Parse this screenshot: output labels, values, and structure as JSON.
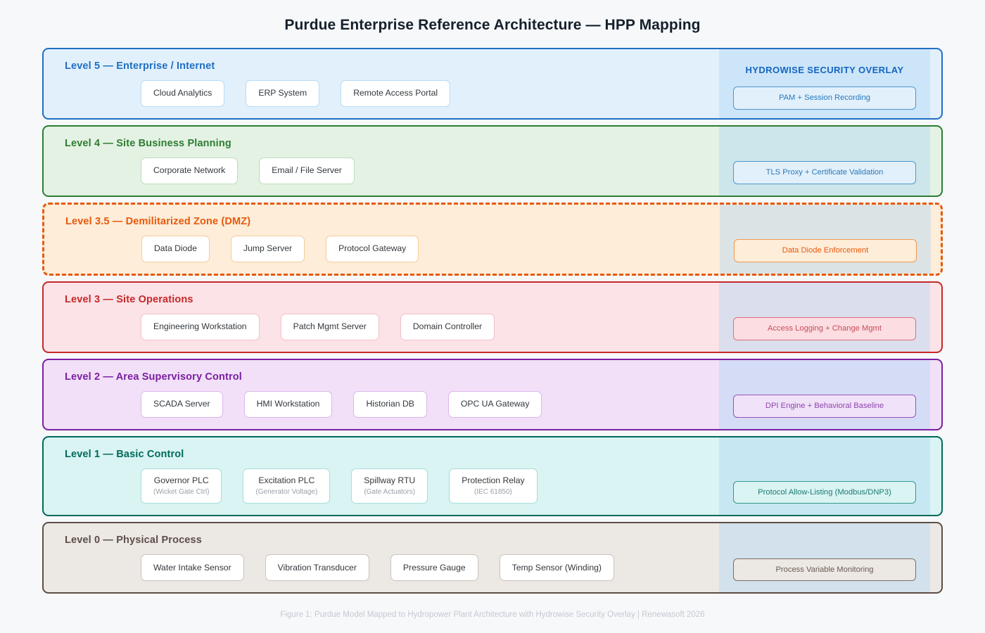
{
  "title": "Purdue Enterprise Reference Architecture — HPP Mapping",
  "footer": "Figure 1: Purdue Model Mapped to Hydropower Plant Architecture with Hydrowise Security Overlay | Renewasoft 2026",
  "overlay_header": "HYDROWISE SECURITY OVERLAY",
  "colors": {
    "page_background": "#f7f8fa",
    "overlay_band": "#add6f5",
    "overlay_header_text": "#1565c0",
    "title_text": "#15202b",
    "footer_text": "#c4c9d0"
  },
  "levels": [
    {
      "id": "level-5",
      "label": "Level 5 — Enterprise / Internet",
      "accent": "#1f6fc4",
      "fill": "#e2f0fc",
      "border_style": "solid",
      "node_border": "#b7dbf5",
      "show_overlay_title": true,
      "nodes": [
        {
          "label": "Cloud Analytics",
          "sub": ""
        },
        {
          "label": "ERP System",
          "sub": ""
        },
        {
          "label": "Remote Access Portal",
          "sub": ""
        }
      ],
      "overlay": {
        "label": "PAM + Session Recording",
        "text_color": "#2979b8",
        "border_color": "#4f96c9",
        "fill": "#e2f0fc"
      }
    },
    {
      "id": "level-4",
      "label": "Level 4 — Site Business Planning",
      "accent": "#2e7d32",
      "fill": "#e4f2e4",
      "border_style": "solid",
      "node_border": "#b9ddb9",
      "show_overlay_title": false,
      "nodes": [
        {
          "label": "Corporate Network",
          "sub": ""
        },
        {
          "label": "Email / File Server",
          "sub": ""
        }
      ],
      "overlay": {
        "label": "TLS Proxy + Certificate Validation",
        "text_color": "#2979b8",
        "border_color": "#4f96c9",
        "fill": "#e2f0fc"
      }
    },
    {
      "id": "level-3-5",
      "label": "Level 3.5 — Demilitarized Zone (DMZ)",
      "accent": "#e8590c",
      "fill": "#fdedd9",
      "border_style": "dashed",
      "node_border": "#f5cd9a",
      "show_overlay_title": false,
      "nodes": [
        {
          "label": "Data Diode",
          "sub": ""
        },
        {
          "label": "Jump Server",
          "sub": ""
        },
        {
          "label": "Protocol Gateway",
          "sub": ""
        }
      ],
      "overlay": {
        "label": "Data Diode Enforcement",
        "text_color": "#e8590c",
        "border_color": "#ef9a51",
        "fill": "#fdedd9"
      }
    },
    {
      "id": "level-3",
      "label": "Level 3 — Site Operations",
      "accent": "#c62828",
      "fill": "#fbe3e7",
      "border_style": "solid",
      "node_border": "#f3bfc6",
      "show_overlay_title": false,
      "nodes": [
        {
          "label": "Engineering Workstation",
          "sub": ""
        },
        {
          "label": "Patch Mgmt Server",
          "sub": ""
        },
        {
          "label": "Domain Controller",
          "sub": ""
        }
      ],
      "overlay": {
        "label": "Access Logging + Change Mgmt",
        "text_color": "#c94d57",
        "border_color": "#d8727c",
        "fill": "#fbdde2"
      }
    },
    {
      "id": "level-2",
      "label": "Level 2 — Area Supervisory Control",
      "accent": "#7b1fa2",
      "fill": "#f1e0f7",
      "border_style": "solid",
      "node_border": "#ddb7ec",
      "show_overlay_title": false,
      "nodes": [
        {
          "label": "SCADA Server",
          "sub": ""
        },
        {
          "label": "HMI Workstation",
          "sub": ""
        },
        {
          "label": "Historian DB",
          "sub": ""
        },
        {
          "label": "OPC UA Gateway",
          "sub": ""
        }
      ],
      "overlay": {
        "label": "DPI Engine + Behavioral Baseline",
        "text_color": "#8e44ad",
        "border_color": "#9652bd",
        "fill": "#f0e2f8"
      }
    },
    {
      "id": "level-1",
      "label": "Level 1 — Basic Control",
      "accent": "#00695c",
      "fill": "#d9f4f2",
      "border_style": "solid",
      "node_border": "#a6dedb",
      "show_overlay_title": false,
      "nodes": [
        {
          "label": "Governor PLC",
          "sub": "(Wicket Gate Ctrl)"
        },
        {
          "label": "Excitation PLC",
          "sub": "(Generator Voltage)"
        },
        {
          "label": "Spillway RTU",
          "sub": "(Gate Actuators)"
        },
        {
          "label": "Protection Relay",
          "sub": "(IEC 61850)"
        }
      ],
      "overlay": {
        "label": "Protocol Allow-Listing (Modbus/DNP3)",
        "text_color": "#1d7a72",
        "border_color": "#35968d",
        "fill": "#d9f4f2"
      }
    },
    {
      "id": "level-0",
      "label": "Level 0 — Physical Process",
      "accent": "#5d4e47",
      "fill": "#ece8e4",
      "border_style": "solid",
      "node_border": "#cdc2bb",
      "show_overlay_title": false,
      "nodes": [
        {
          "label": "Water Intake Sensor",
          "sub": ""
        },
        {
          "label": "Vibration Transducer",
          "sub": ""
        },
        {
          "label": "Pressure Gauge",
          "sub": ""
        },
        {
          "label": "Temp Sensor (Winding)",
          "sub": ""
        }
      ],
      "overlay": {
        "label": "Process Variable Monitoring",
        "text_color": "#6b5c54",
        "border_color": "#7d6f67",
        "fill": "#ece8e4"
      }
    }
  ]
}
